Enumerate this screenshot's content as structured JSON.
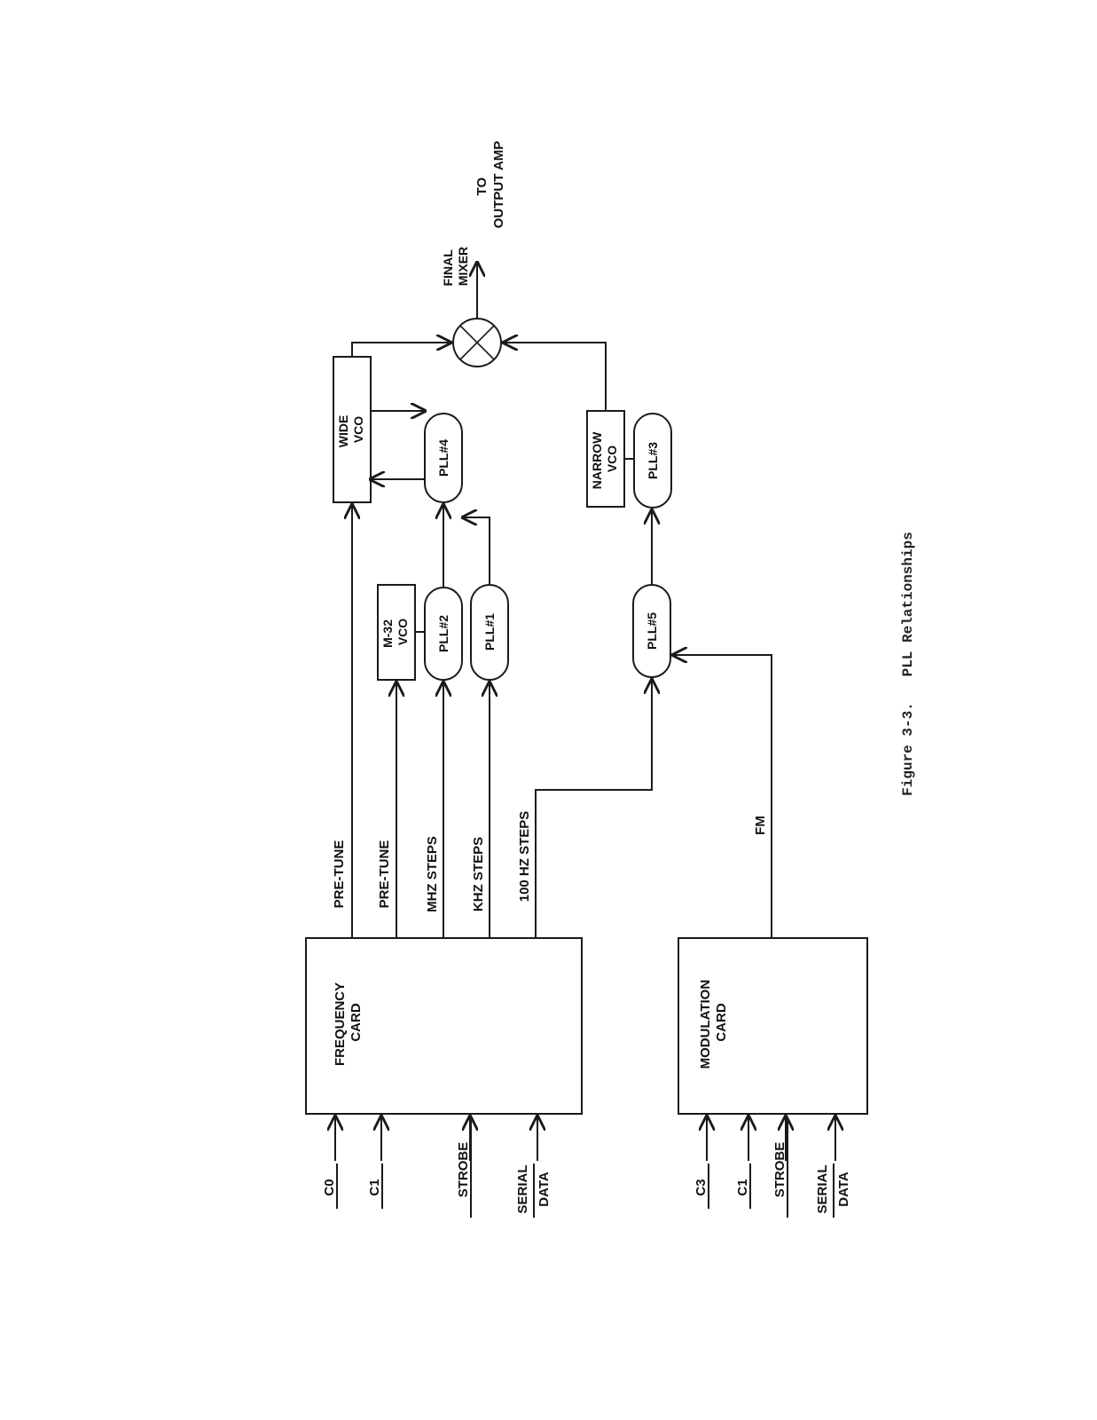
{
  "caption": "Figure 3-3.   PLL Relationships",
  "blocks": {
    "frequency_card": [
      "FREQUENCY",
      "CARD"
    ],
    "modulation_card": [
      "MODULATION",
      "CARD"
    ],
    "wide_vco": [
      "WIDE",
      "VCO"
    ],
    "m32_vco": [
      "M-32",
      "VCO"
    ],
    "narrow_vco": [
      "NARROW",
      "VCO"
    ],
    "pll4": "PLL#4",
    "pll2": "PLL#2",
    "pll1": "PLL#1",
    "pll3": "PLL#3",
    "pll5": "PLL#5",
    "final_mixer": [
      "FINAL",
      "MIXER"
    ],
    "output": [
      "TO",
      "OUTPUT AMP"
    ]
  },
  "signals": {
    "pretune_1": "PRE-TUNE",
    "pretune_2": "PRE-TUNE",
    "mhz_steps": "MHZ STEPS",
    "khz_steps": "KHZ STEPS",
    "hz100_steps": "100 HZ STEPS",
    "fm": "FM"
  },
  "inputs": {
    "frequency_card": [
      "C0",
      "C1",
      "STROBE",
      "SERIAL",
      "DATA"
    ],
    "modulation_card": [
      "C3",
      "C1",
      "STROBE",
      "SERIAL",
      "DATA"
    ]
  }
}
